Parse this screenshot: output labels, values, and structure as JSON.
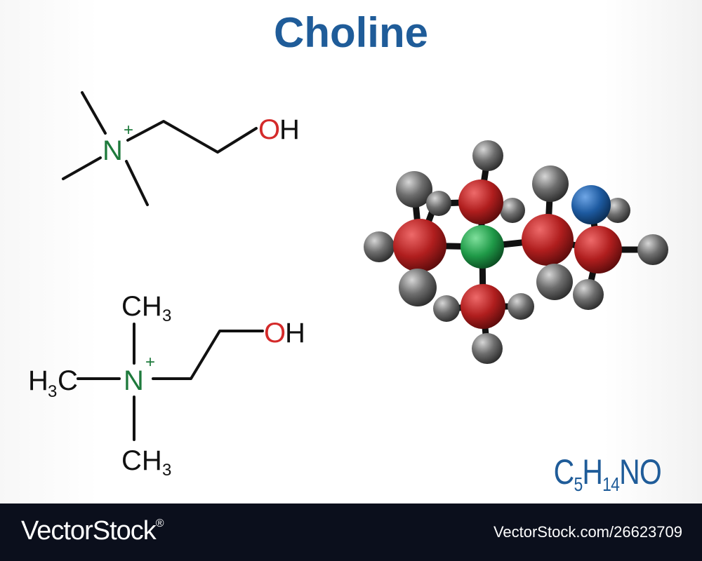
{
  "title": "Choline",
  "structure_labels": {
    "top_n": "N",
    "charge": "+",
    "hydroxyl_o": "O",
    "hydroxyl_h": "H",
    "methyl_c": "CH",
    "methyl_left_h": "H",
    "methyl_left_c": "C",
    "methyl_sub": "3"
  },
  "formula": {
    "c": "C",
    "c_count": "5",
    "h": "H",
    "h_count": "14",
    "rest": "NO"
  },
  "footer": {
    "brand": "VectorStock",
    "registered": "®",
    "url_id": "VectorStock.com/26623709"
  },
  "colors": {
    "title": "#1f5c99",
    "nitrogen": "#1e7a3c",
    "oxygen": "#d42a2a",
    "carbon_ball": "#b01e1e",
    "nitrogen_ball": "#1f9a48",
    "oxygen_ball": "#1d5aa0",
    "hydrogen_ball": "#555555",
    "footer": "#0b0f1c"
  }
}
